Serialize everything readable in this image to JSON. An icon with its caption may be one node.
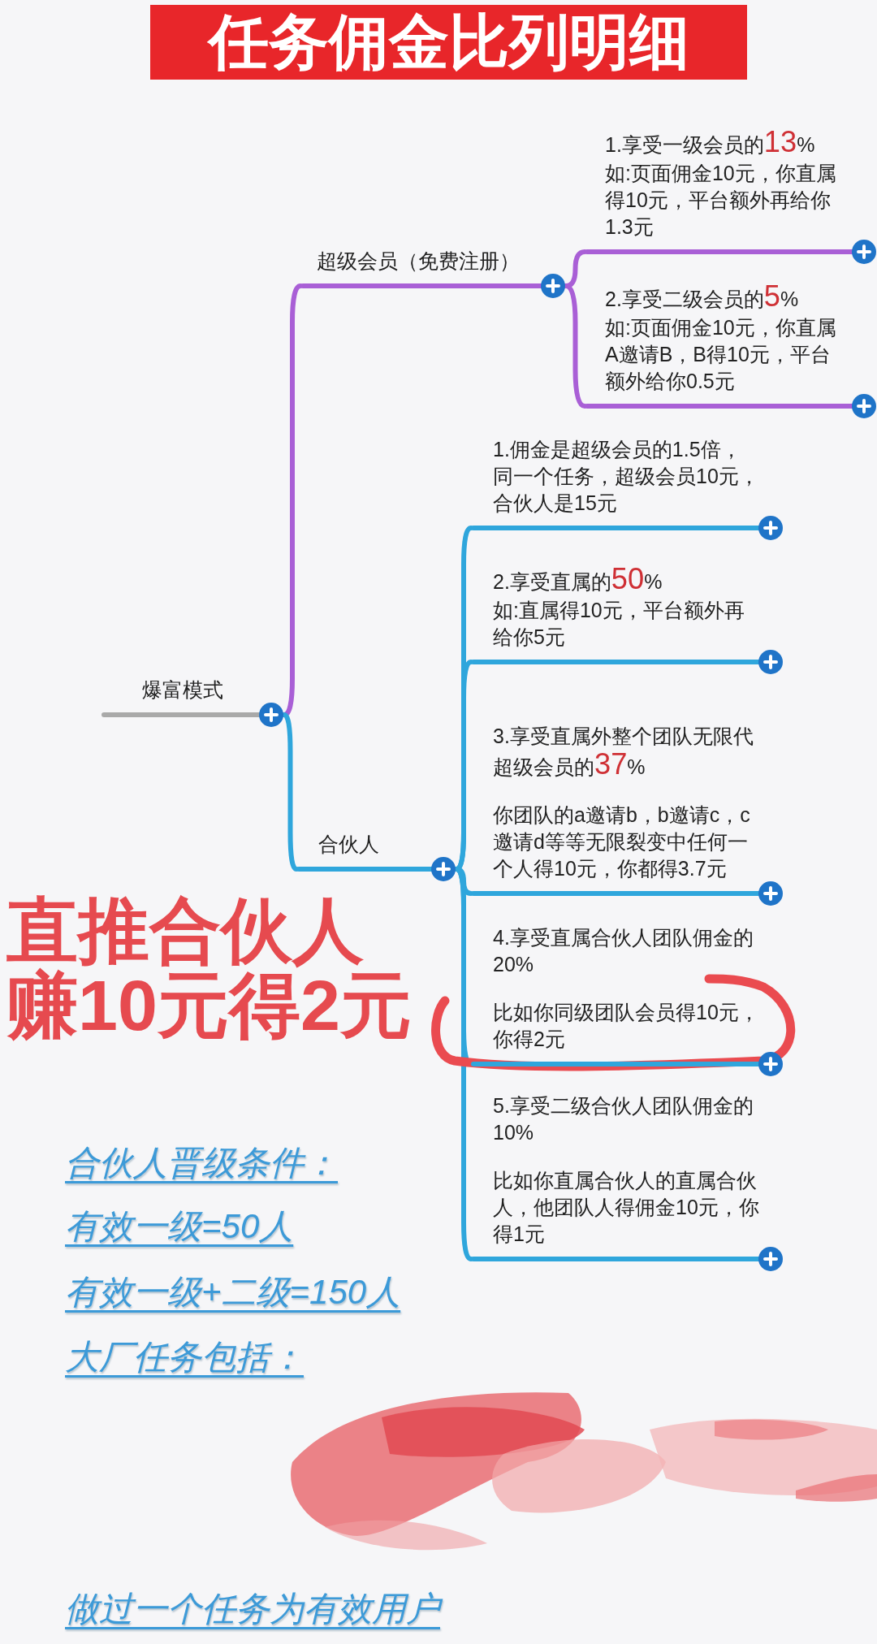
{
  "diagram": {
    "title": "任务佣金比列明细",
    "nodes": [
      {
        "text": [
          "爆富模式"
        ]
      },
      {
        "text": [
          "超级会员（免费注册）"
        ]
      },
      {
        "text": [
          "1.享受一级会员的**13**%",
          "如:页面佣金10元，你直属得10元，平台额外再给你1.3元"
        ]
      },
      {
        "text": [
          "2.享受二级会员的**5**%",
          "如:页面佣金10元，你直属A邀请B，B得10元，平台额外给你0.5元"
        ]
      },
      {
        "text": [
          "合伙人"
        ]
      },
      {
        "text": [
          "1.佣金是超级会员的1.5倍，同一个任务，超级会员10元，合伙人是15元"
        ]
      },
      {
        "text": [
          "2.享受直属的**50**%",
          "如:直属得10元，平台额外再给你5元"
        ]
      },
      {
        "text": [
          "3.享受直属外整个团队无限代超级会员的**37**%",
          "你团队的a邀请b，b邀请c，c邀请d等等无限裂变中任何一个人得10元，你都得3.7元"
        ]
      },
      {
        "text": [
          "4.享受直属合伙人团队佣金的20%",
          "比如你同级团队会员得10元，你得2元"
        ]
      },
      {
        "text": [
          "5.享受二级合伙人团队佣金的10%",
          "比如你直属合伙人的直属合伙人，他团队人得佣金10元，你得1元"
        ]
      }
    ],
    "edges": [
      {
        "from": 0,
        "to": 1,
        "arrow": "none",
        "color": "#a95fd6"
      },
      {
        "from": 0,
        "to": 4,
        "arrow": "none"
      },
      {
        "from": 1,
        "to": 2,
        "arrow": "none",
        "color": "#a95fd6"
      },
      {
        "from": 1,
        "to": 3,
        "arrow": "none",
        "color": "#a95fd6"
      },
      {
        "from": 4,
        "to": 5,
        "arrow": "none"
      },
      {
        "from": 4,
        "to": 6,
        "arrow": "none"
      },
      {
        "from": 4,
        "to": 7,
        "arrow": "none"
      },
      {
        "from": 4,
        "to": 8,
        "arrow": "none"
      },
      {
        "from": 4,
        "to": 9,
        "arrow": "none"
      }
    ],
    "labels": [
      "直推合伙人赚10元得2元",
      "合伙人晋级条件：",
      "有效一级=50人",
      "有效一级+二级=150人",
      "大厂任务包括：",
      "做过一个任务为有效用户"
    ]
  }
}
